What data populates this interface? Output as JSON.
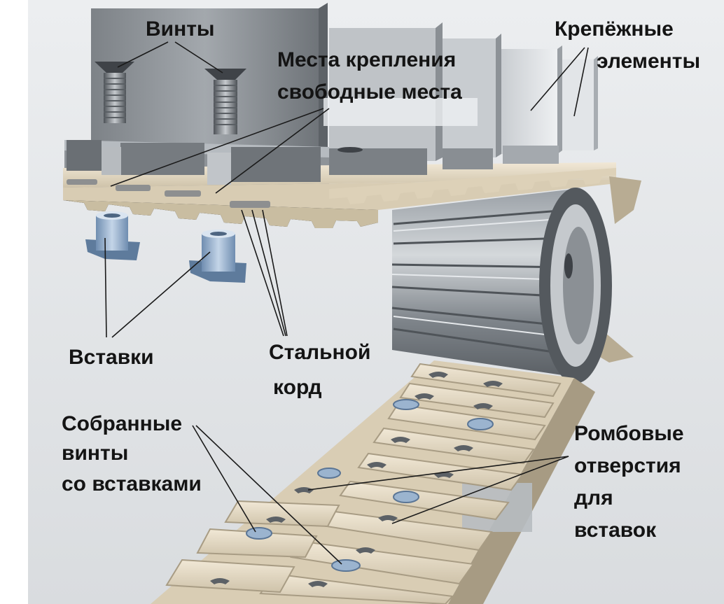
{
  "labels": {
    "screws": "Винты",
    "mount_places_line1": "Места крепления",
    "mount_places_line2": "свободные места",
    "fasteners_line1": "Крепёжные",
    "fasteners_line2": "элементы",
    "inserts": "Вставки",
    "steel_cord_line1": "Стальной",
    "steel_cord_line2": "корд",
    "assembled_line1": "Собранные",
    "assembled_line2": "винты",
    "assembled_line3": "со вставками",
    "diamond_line1": "Ромбовые",
    "diamond_line2": "отверстия",
    "diamond_line3": "для",
    "diamond_line4": "вставок"
  },
  "colors": {
    "background": "#ffffff",
    "panel": "#e4e6e8",
    "belt_cream": "#e7dcc6",
    "belt_shadow": "#b9ad95",
    "steel_dark": "#5c6166",
    "steel_mid": "#8b9095",
    "steel_light": "#c3c7cb",
    "insert_blue": "#8fa9c6",
    "text": "#141414",
    "leader": "#1a1a1a"
  }
}
